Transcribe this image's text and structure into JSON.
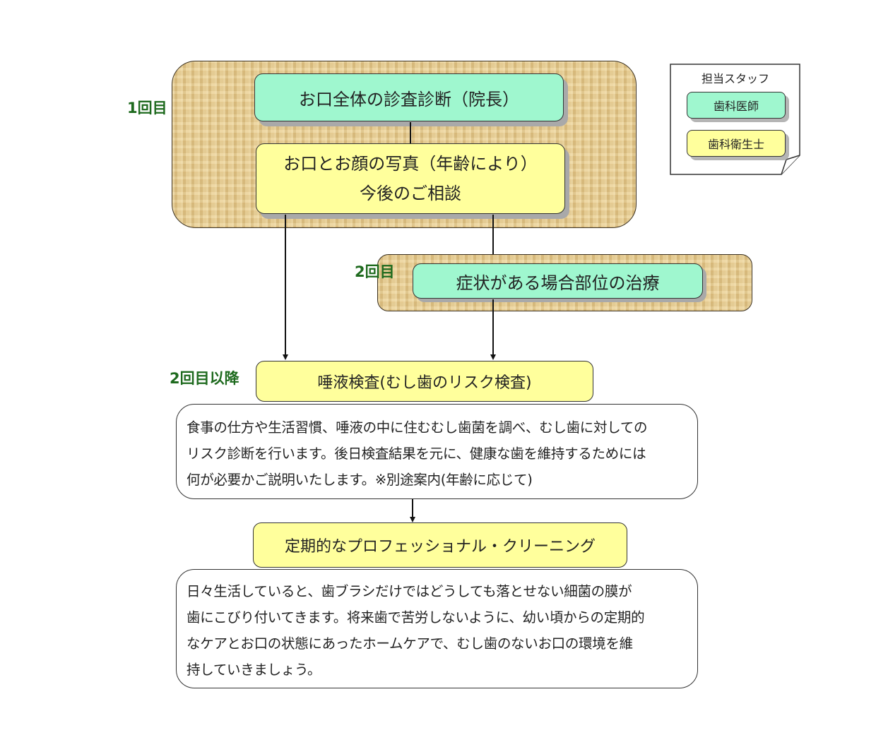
{
  "legend": {
    "title": "担当スタッフ",
    "items": [
      {
        "label": "歯科医師",
        "color": "#9ff7cf"
      },
      {
        "label": "歯科衛生士",
        "color": "#ffff9c"
      }
    ]
  },
  "steps": {
    "first": {
      "label": "1回目",
      "box1": "お口全体の診査診断（院長）",
      "box2_line1": "お口とお顔の写真（年齢により）",
      "box2_line2": "今後のご相談"
    },
    "second": {
      "label": "2回目",
      "box": "症状がある場合部位の治療"
    },
    "after": {
      "label": "2回目以降",
      "saliva_box": "唾液検査(むし歯のリスク検査)",
      "saliva_desc": [
        "食事の仕方や生活習慣、唾液の中に住むむし歯菌を調べ、むし歯に対しての",
        "リスク診断を行います。後日検査結果を元に、健康な歯を維持するためには",
        "何が必要かご説明いたします。※別途案内(年齢に応じて)"
      ],
      "cleaning_box": "定期的なプロフェッショナル・クリーニング",
      "cleaning_desc": [
        "日々生活していると、歯ブラシだけではどうしても落とせない細菌の膜が",
        "歯にこびり付いてきます。将来歯で苦労しないように、幼い頃からの定期的",
        "なケアとお口の状態にあったホームケアで、むし歯のないお口の環境を維",
        "持していきましょう。"
      ]
    }
  },
  "colors": {
    "dentist_green": "#9ff7cf",
    "hygienist_yellow": "#ffff9c",
    "step_label_green": "#1e6a1e"
  }
}
